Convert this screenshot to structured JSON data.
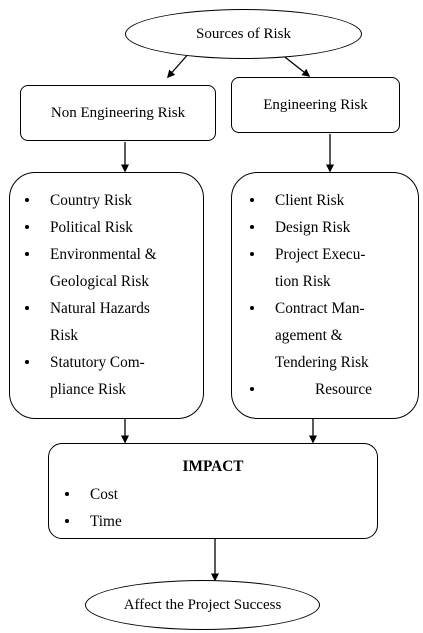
{
  "sources": {
    "label": "Sources of Risk"
  },
  "non_engineering": {
    "label": "Non Engineering Risk",
    "items": [
      {
        "label": "Country Risk"
      },
      {
        "label": "Political Risk"
      },
      {
        "label": "Environmental &"
      },
      {
        "label": "Geological Risk"
      },
      {
        "label": "Natural Hazards"
      },
      {
        "label": "Risk"
      },
      {
        "label": "Statutory Com-"
      },
      {
        "label": "pliance Risk"
      }
    ]
  },
  "engineering": {
    "label": "Engineering Risk",
    "items": [
      {
        "label": "Client Risk"
      },
      {
        "label": "Design Risk"
      },
      {
        "label": "Project Execu-"
      },
      {
        "label": "tion Risk"
      },
      {
        "label": "Contract Man-"
      },
      {
        "label": "agement &"
      },
      {
        "label": "Tendering Risk"
      },
      {
        "label": "Resource"
      }
    ]
  },
  "impact": {
    "title": "IMPACT",
    "items": [
      {
        "label": "Cost"
      },
      {
        "label": "Time"
      }
    ]
  },
  "outcome": {
    "label": "Affect the Project Success"
  }
}
